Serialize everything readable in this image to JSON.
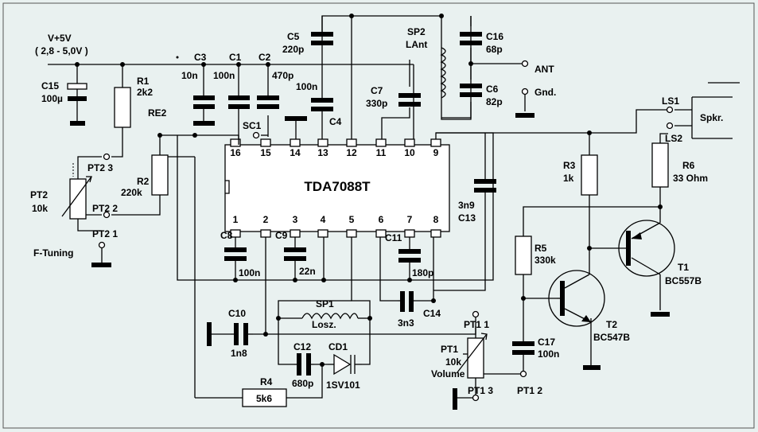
{
  "supply": {
    "label": "V+5V",
    "range": "( 2,8 - 5,0V )"
  },
  "ic": {
    "name": "TDA7088T",
    "pins_top": [
      "16",
      "15",
      "14",
      "13",
      "12",
      "11",
      "10",
      "9"
    ],
    "pins_bottom": [
      "1",
      "2",
      "3",
      "4",
      "5",
      "6",
      "7",
      "8"
    ]
  },
  "components": {
    "C15": {
      "ref": "C15",
      "value": "100µ"
    },
    "R1": {
      "ref": "R1",
      "value": "2k2"
    },
    "RE2": {
      "ref": "RE2"
    },
    "C3": {
      "ref": "C3",
      "value": "10n"
    },
    "C1": {
      "ref": "C1",
      "value": "100n"
    },
    "C2": {
      "ref": "C2",
      "value": "470p"
    },
    "C5": {
      "ref": "C5",
      "value": "220p"
    },
    "C4": {
      "ref": "C4",
      "value": "100n"
    },
    "C7": {
      "ref": "C7",
      "value": "330p"
    },
    "SP2": {
      "ref": "SP2",
      "value": "LAnt"
    },
    "C16": {
      "ref": "C16",
      "value": "68p"
    },
    "C6": {
      "ref": "C6",
      "value": "82p"
    },
    "SC1": {
      "ref": "SC1"
    },
    "R2": {
      "ref": "R2",
      "value": "220k"
    },
    "PT2": {
      "ref": "PT2",
      "value": "10k",
      "pin3": "PT2 3",
      "pin2": "PT2 2",
      "pin1": "PT2 1",
      "name": "F-Tuning"
    },
    "C8": {
      "ref": "C8",
      "value": "100n"
    },
    "C9": {
      "ref": "C9",
      "value": "22n"
    },
    "C11": {
      "ref": "C11",
      "value": "180p"
    },
    "C13": {
      "ref": "C13",
      "value": "3n9"
    },
    "C14": {
      "ref": "C14",
      "value": "3n3"
    },
    "C10": {
      "ref": "C10",
      "value": "1n8"
    },
    "SP1": {
      "ref": "SP1",
      "value": "Losz."
    },
    "C12": {
      "ref": "C12",
      "value": "680p"
    },
    "CD1": {
      "ref": "CD1",
      "value": "1SV101"
    },
    "R4": {
      "ref": "R4",
      "value": "5k6"
    },
    "PT1": {
      "ref": "PT1",
      "value": "10k",
      "name": "Volume",
      "pin1": "PT1 1",
      "pin2": "PT1 2",
      "pin3": "PT1 3"
    },
    "R3": {
      "ref": "R3",
      "value": "1k"
    },
    "R5": {
      "ref": "R5",
      "value": "330k"
    },
    "C17": {
      "ref": "C17",
      "value": "100n"
    },
    "T2": {
      "ref": "T2",
      "value": "BC547B"
    },
    "T1": {
      "ref": "T1",
      "value": "BC557B"
    },
    "R6": {
      "ref": "R6",
      "value": "33 Ohm"
    },
    "LS1": {
      "ref": "LS1"
    },
    "LS2": {
      "ref": "LS2"
    },
    "speaker": {
      "label": "Spkr."
    }
  },
  "terminals": {
    "ant": "ANT",
    "gnd": "Gnd."
  }
}
